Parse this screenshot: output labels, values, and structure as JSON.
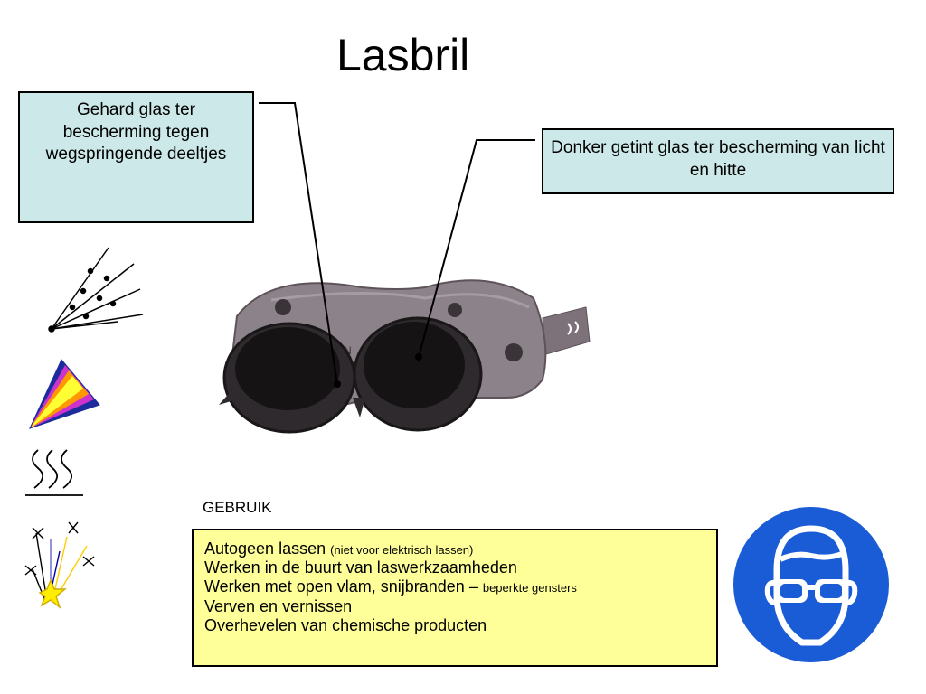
{
  "title": "Lasbril",
  "callouts": {
    "left": "Gehard glas ter bescherming tegen wegspringende deeltjes",
    "right": "Donker getint glas ter bescherming van licht en hitte"
  },
  "usage": {
    "heading": "GEBRUIK",
    "lines": [
      {
        "main": "Autogeen lassen",
        "small": "(niet voor elektrisch lassen)"
      },
      {
        "main": "Werken in de buurt van laswerkzaamheden",
        "small": ""
      },
      {
        "main": "Werken met open vlam, snijbranden –",
        "small": "beperkte gensters"
      },
      {
        "main": "Verven en vernissen",
        "small": ""
      },
      {
        "main": "Overhevelen van chemische producten",
        "small": ""
      }
    ]
  },
  "colors": {
    "callout_bg": "#cce8e8",
    "usage_bg": "#ffff99",
    "sign_blue": "#1a5bd6",
    "goggle_body": "#8a7f86"
  },
  "icons": [
    "flying-particles-icon",
    "light-rays-icon",
    "heat-waves-icon",
    "sparks-icon",
    "eye-protection-sign-icon",
    "welding-goggles-image"
  ]
}
